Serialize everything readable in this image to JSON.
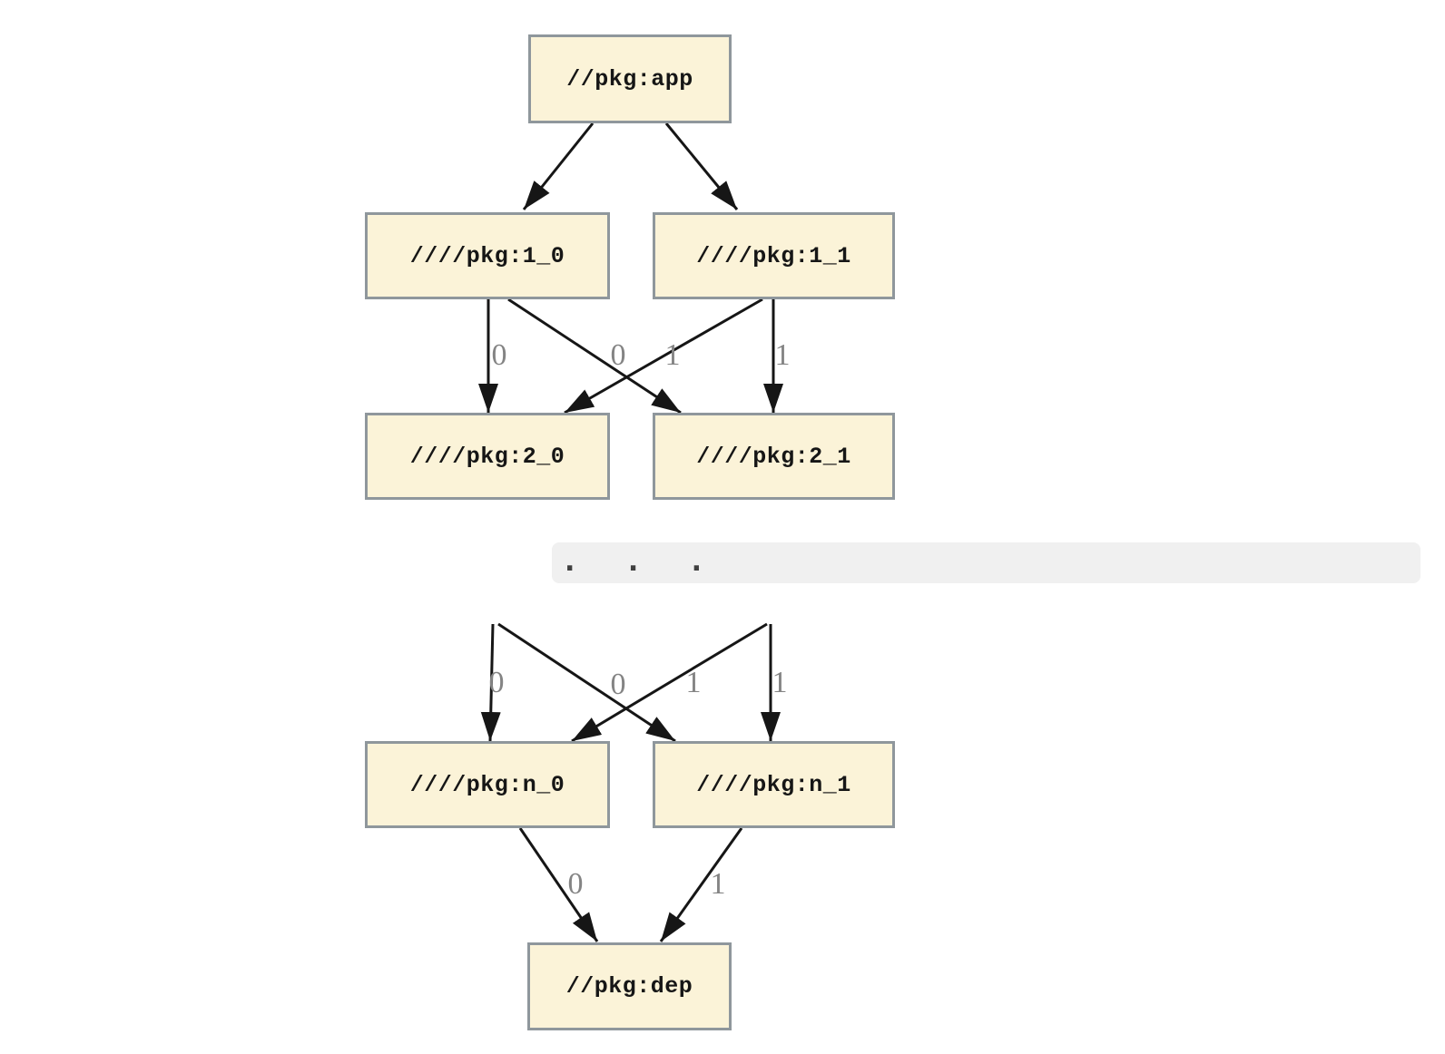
{
  "nodes": {
    "app": "//pkg:app",
    "n1_0": "////pkg:1_0",
    "n1_1": "////pkg:1_1",
    "n2_0": "////pkg:2_0",
    "n2_1": "////pkg:2_1",
    "nn_0": "////pkg:n_0",
    "nn_1": "////pkg:n_1",
    "dep": "//pkg:dep"
  },
  "edge_labels": {
    "level1_to_level2": [
      "0",
      "0",
      "1",
      "1"
    ],
    "ellipsis_to_level_n": [
      "0",
      "0",
      "1",
      "1"
    ],
    "level_n_to_dep": [
      "0",
      "1"
    ]
  },
  "ellipsis": ". . .",
  "colors": {
    "node_fill": "#fbf3d8",
    "node_border": "#8f979c",
    "edge": "#161616",
    "edge_label": "#848484",
    "ellipsis_bar": "#f0f0f0"
  }
}
